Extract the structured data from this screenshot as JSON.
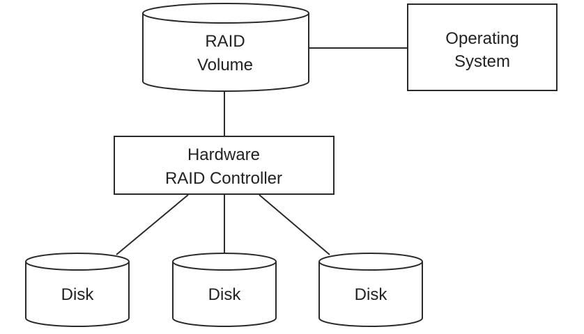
{
  "diagram": {
    "nodes": {
      "raid_volume": {
        "shape": "cylinder",
        "lines": [
          "RAID",
          "Volume"
        ]
      },
      "operating_system": {
        "shape": "rectangle",
        "lines": [
          "Operating",
          "System"
        ]
      },
      "controller": {
        "shape": "rectangle",
        "lines": [
          "Hardware",
          "RAID Controller"
        ]
      },
      "disks": [
        {
          "shape": "cylinder",
          "label": "Disk"
        },
        {
          "shape": "cylinder",
          "label": "Disk"
        },
        {
          "shape": "cylinder",
          "label": "Disk"
        }
      ]
    },
    "edges": [
      {
        "from": "raid_volume",
        "to": "operating_system"
      },
      {
        "from": "raid_volume",
        "to": "controller"
      },
      {
        "from": "controller",
        "to": "disks.0"
      },
      {
        "from": "controller",
        "to": "disks.1"
      },
      {
        "from": "controller",
        "to": "disks.2"
      }
    ]
  }
}
